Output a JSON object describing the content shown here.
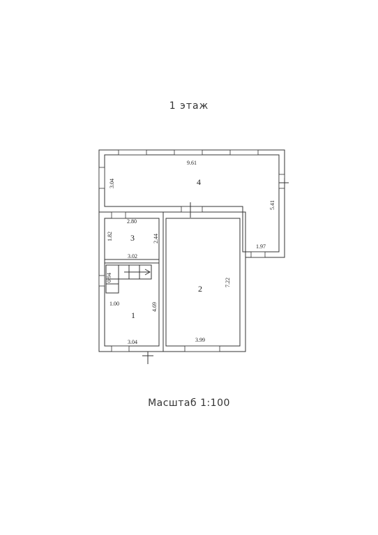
{
  "floor_title": "1  этаж",
  "scale_label": "Масштаб 1:100",
  "rooms": [
    {
      "number": "1"
    },
    {
      "number": "2"
    },
    {
      "number": "3"
    },
    {
      "number": "4"
    }
  ],
  "dimensions": {
    "room4_width": "9.61",
    "room4_left_height": "3.04",
    "room4_right_height": "5.41",
    "room4_bottom_right": "1.97",
    "room3_width": "2.80",
    "room3_left": "1.82",
    "room3_right": "2.44",
    "room3_bottom": "3.02",
    "stair_small": "0.94",
    "room1_top": "1.00",
    "room1_right": "4.69",
    "room1_bottom": "3.04",
    "room2_height": "7.22",
    "room2_bottom": "3.99"
  }
}
